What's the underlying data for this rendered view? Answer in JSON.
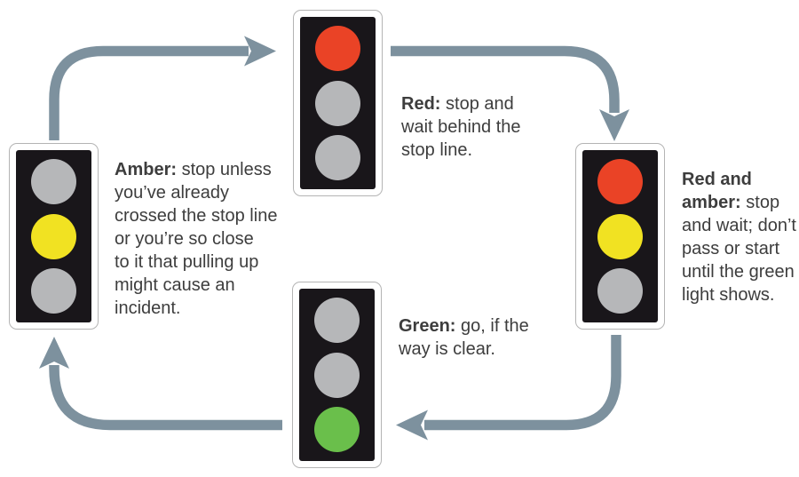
{
  "colors": {
    "red": "#ea4326",
    "amber": "#f1e222",
    "green": "#6abf4b",
    "off": "#b6b7b9",
    "casing": "#19161a",
    "arrow": "#7d919e",
    "text": "#3d3d3d",
    "frame_border": "#b4b4b4"
  },
  "lights": [
    {
      "phase": "red",
      "position": "top",
      "bulbs": [
        "red",
        "off",
        "off"
      ],
      "caption_bold": "Red:",
      "caption_text": " stop and\nwait behind the\nstop line."
    },
    {
      "phase": "red-and-amber",
      "position": "right",
      "bulbs": [
        "red",
        "amber",
        "off"
      ],
      "caption_bold": "Red and\namber:",
      "caption_text": " stop\nand wait; don’t\npass or start\nuntil the green\nlight shows."
    },
    {
      "phase": "green",
      "position": "bottom",
      "bulbs": [
        "off",
        "off",
        "green"
      ],
      "caption_bold": "Green:",
      "caption_text": " go, if the\nway is clear."
    },
    {
      "phase": "amber",
      "position": "left",
      "bulbs": [
        "off",
        "amber",
        "off"
      ],
      "caption_bold": "Amber:",
      "caption_text": " stop unless\nyou’ve already\ncrossed the stop line\nor you’re so close\nto it that pulling up\nmight cause an\nincident."
    }
  ]
}
